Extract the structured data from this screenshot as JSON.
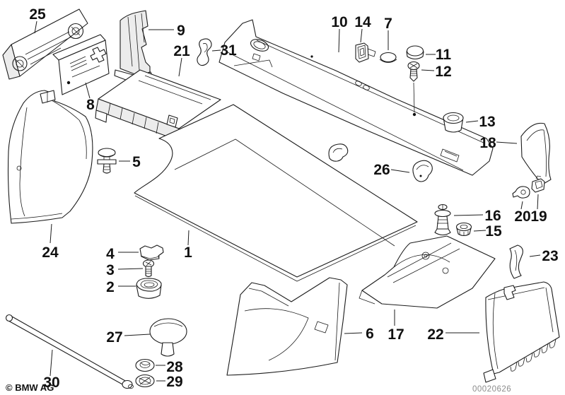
{
  "diagram": {
    "copyright": "© BMW AG",
    "document_number": "00020626",
    "callouts": {
      "1": "1",
      "2": "2",
      "3": "3",
      "4": "4",
      "5": "5",
      "6": "6",
      "7": "7",
      "8": "8",
      "9": "9",
      "10": "10",
      "11": "11",
      "12": "12",
      "13": "13",
      "14": "14",
      "15": "15",
      "16": "16",
      "17": "17",
      "18": "18",
      "19": "19",
      "20": "20",
      "21": "21",
      "22": "22",
      "23": "23",
      "24": "24",
      "25": "25",
      "26": "26",
      "27": "27",
      "28": "28",
      "29": "29",
      "30": "30",
      "31": "31"
    }
  }
}
